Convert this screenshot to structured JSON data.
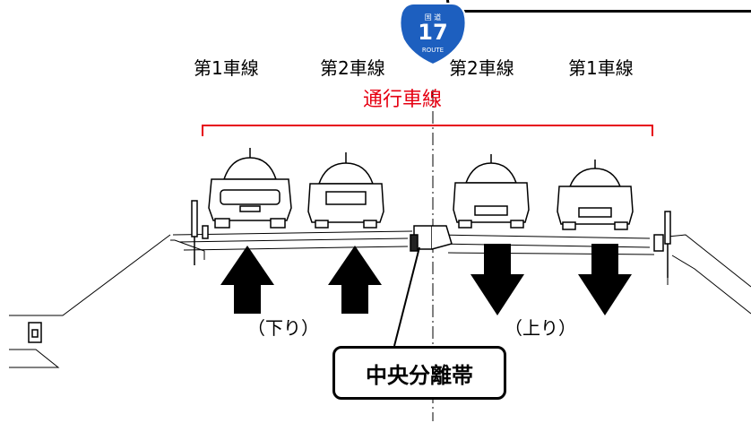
{
  "route_shield": {
    "top_text": "国 道",
    "number": "17",
    "bottom_text": "ROUTE",
    "color": "#1d5fbf"
  },
  "lanes": {
    "left_1": "第1車線",
    "left_2": "第2車線",
    "right_2": "第2車線",
    "right_1": "第1車線"
  },
  "through_lane_label": "通行車線",
  "direction": {
    "down": "（下り）",
    "up": "（上り）"
  },
  "median_label": "中央分離帯",
  "colors": {
    "accent_red": "#e60012",
    "line": "#000000"
  }
}
